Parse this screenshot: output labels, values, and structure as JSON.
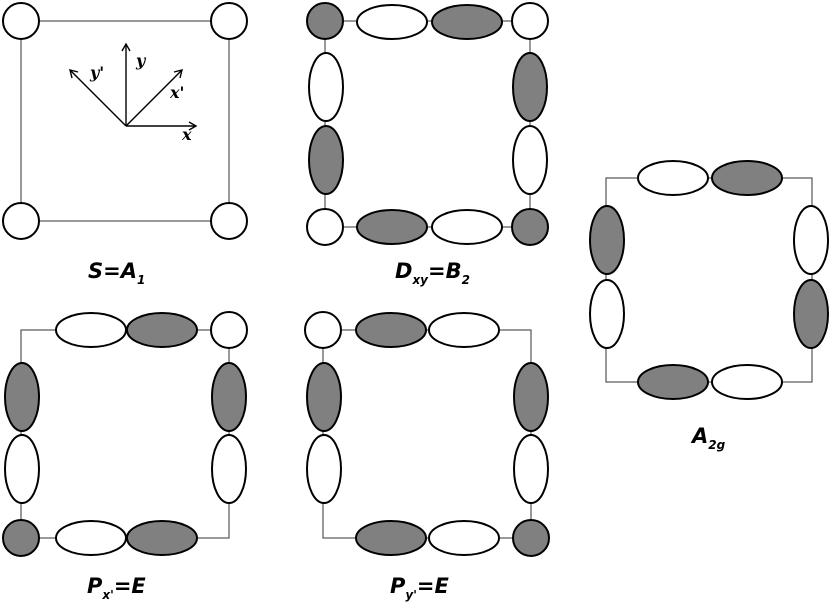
{
  "colors": {
    "filled": "#808080",
    "empty": "#ffffff",
    "stroke": "#000000",
    "edge": "#555555"
  },
  "axes": {
    "x": "x",
    "y": "y",
    "x_prime": "x'",
    "y_prime": "y'"
  },
  "panels": {
    "s": {
      "label_main": "S=A",
      "label_sub": "1",
      "label_tail": ""
    },
    "dxy": {
      "label_main": "D",
      "label_sub": "xy",
      "label_tail": "=B",
      "label_sub2": "2"
    },
    "a2g": {
      "label_main": "A",
      "label_sub": "2g",
      "label_tail": ""
    },
    "px": {
      "label_main": "P",
      "label_sub": "x'",
      "label_tail": "=E"
    },
    "py": {
      "label_main": "P",
      "label_sub": "y'",
      "label_tail": "=E"
    }
  }
}
